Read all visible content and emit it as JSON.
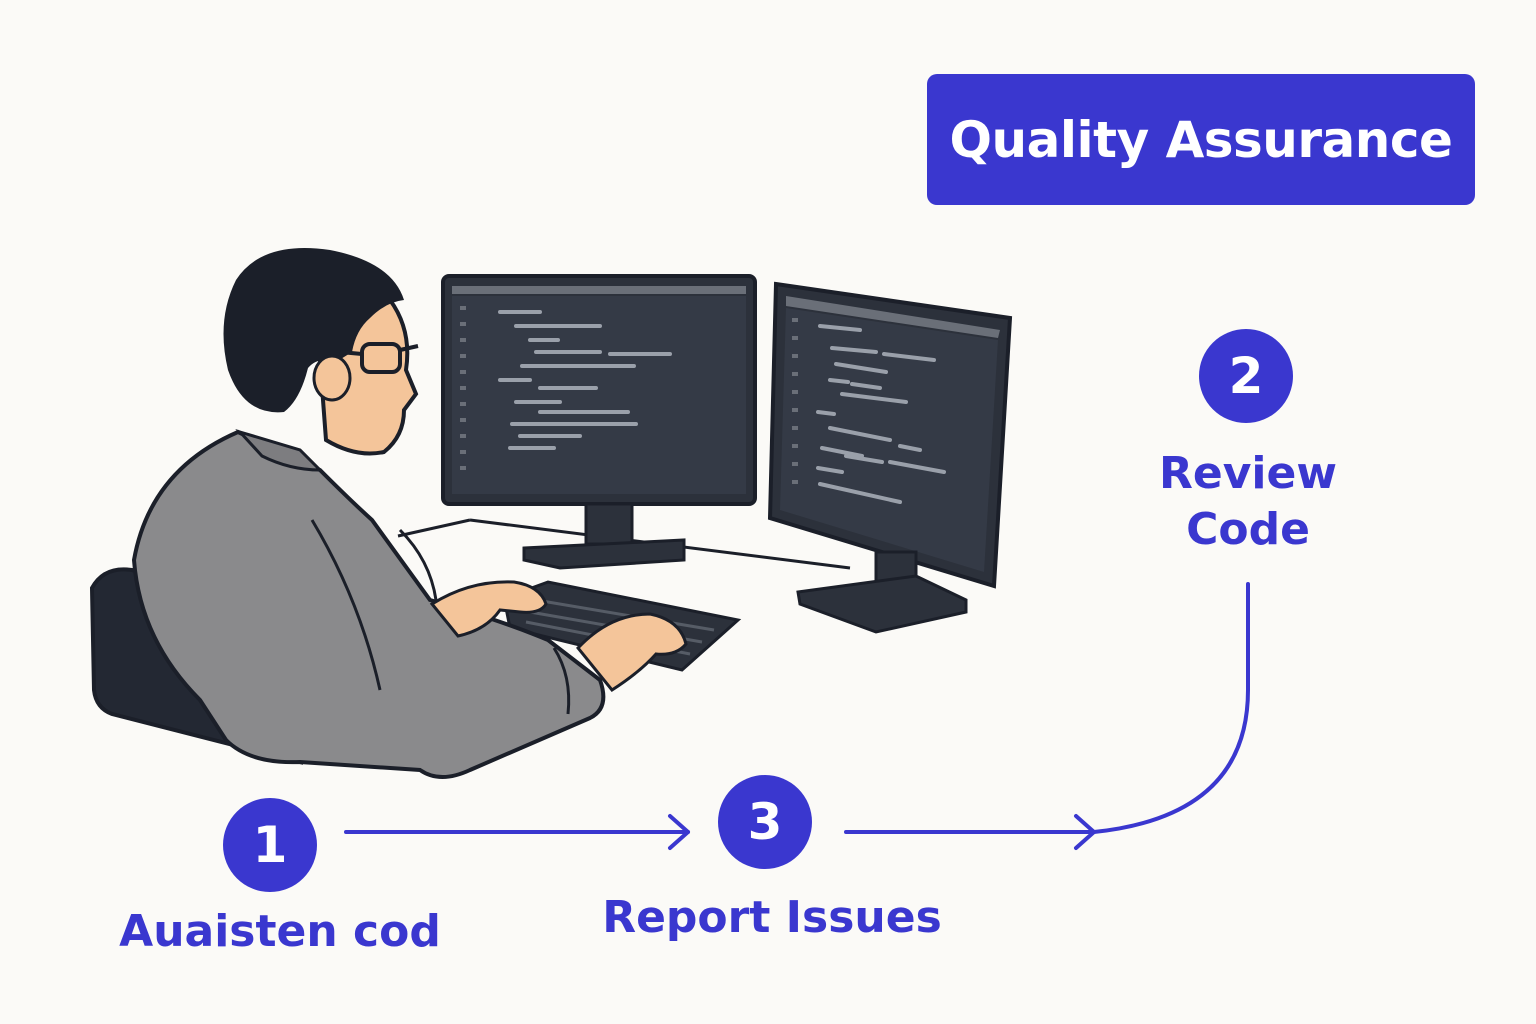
{
  "title": "Quality Assurance",
  "colors": {
    "accent": "#3a37cf",
    "background": "#fbfaf7",
    "monitor": "#2c313b",
    "shirt": "#8a8a8c",
    "skin": "#f4c59a",
    "hair": "#1b1f29"
  },
  "steps": [
    {
      "number": "1",
      "label": "Auaisten cod"
    },
    {
      "number": "2",
      "label_line1": "Review",
      "label_line2": "Code"
    },
    {
      "number": "3",
      "label": "Report Issues"
    }
  ],
  "icons": [
    "developer-at-desk-illustration",
    "arrow-right-icon",
    "curved-arrow-icon"
  ]
}
